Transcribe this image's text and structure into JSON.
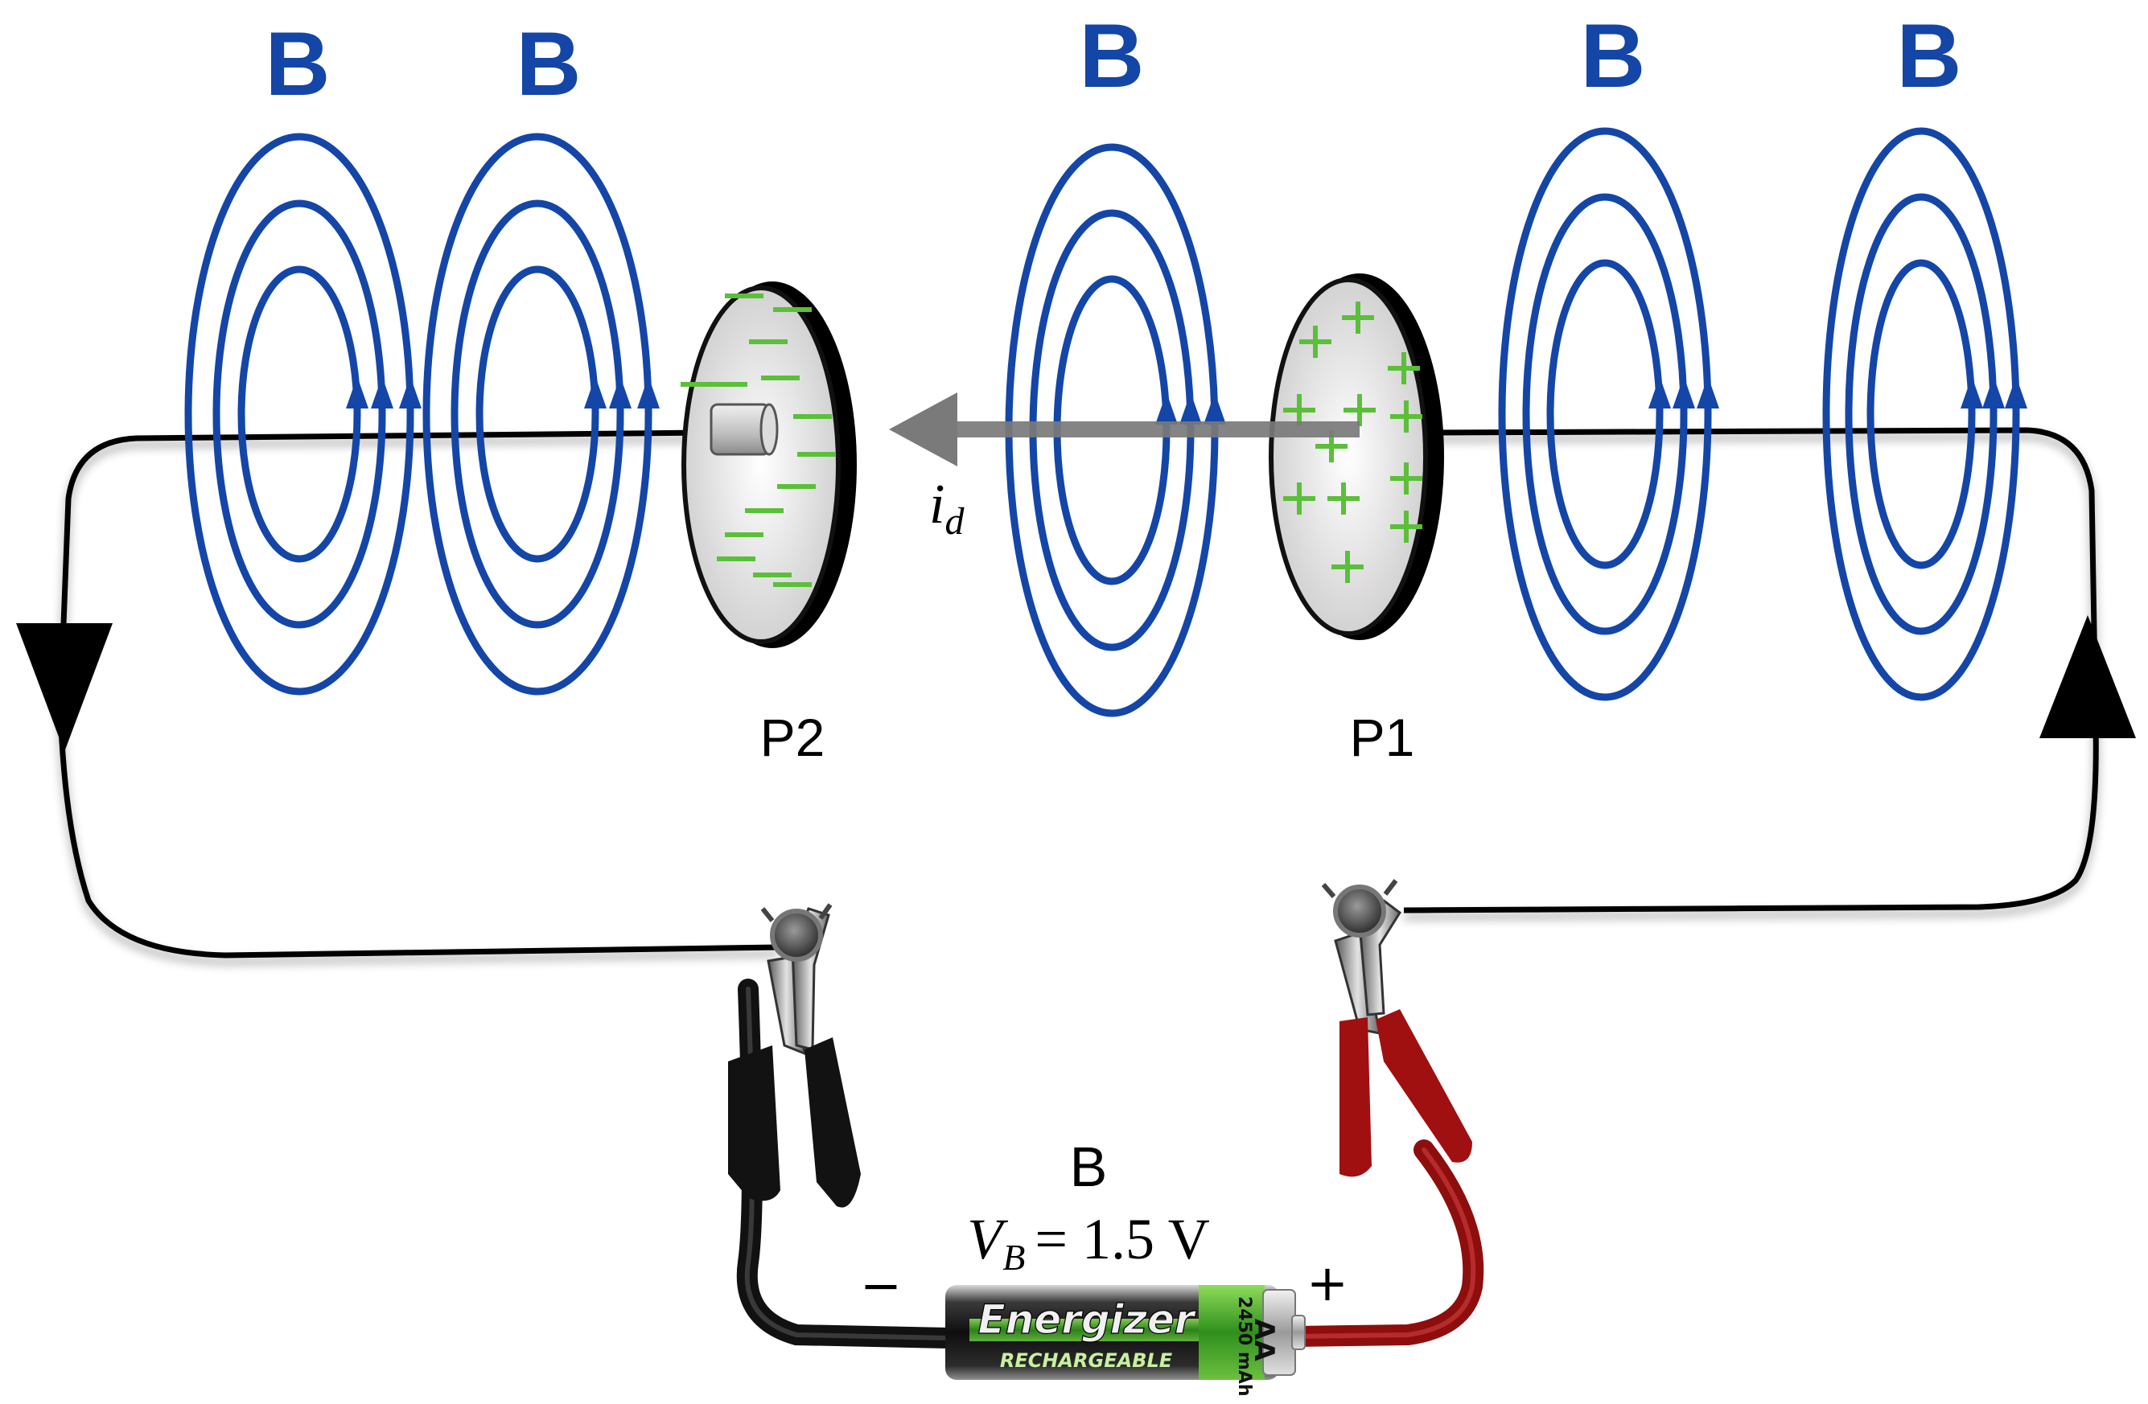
{
  "colors": {
    "field": "#1446a8",
    "charge": "#5bbf3a",
    "wire": "#000000",
    "current_arrow": "#7a7a7a",
    "red_clip": "#a01010",
    "black_clip": "#111111"
  },
  "field_labels": [
    "B",
    "B",
    "B",
    "B",
    "B"
  ],
  "plates": {
    "p2": {
      "label": "P2",
      "charge_sign": "−"
    },
    "p1": {
      "label": "P1",
      "charge_sign": "+"
    }
  },
  "displacement_current": {
    "symbol": "i",
    "subscript": "d"
  },
  "battery": {
    "name": "B",
    "voltage_symbol": "V",
    "voltage_subscript": "B",
    "voltage_value": "= 1.5 V",
    "negative_terminal": "−",
    "positive_terminal": "+",
    "brand": "Energizer",
    "brand_sub": "RECHARGEABLE",
    "capacity": "2450 mAh",
    "size": "AA"
  },
  "icons": {
    "wire_direction_left": "arrow-down-icon",
    "wire_direction_right": "arrow-up-icon",
    "clip_negative": "alligator-clip-icon",
    "clip_positive": "alligator-clip-icon"
  }
}
